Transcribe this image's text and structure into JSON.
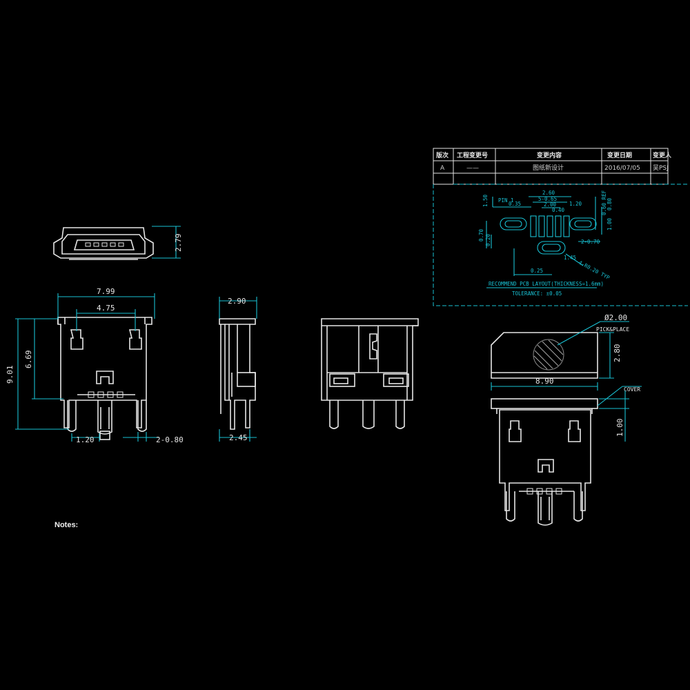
{
  "revision_table": {
    "headers": [
      "版次",
      "工程变更号",
      "变更内容",
      "变更日期",
      "变更人"
    ],
    "row": [
      "A",
      "——",
      "图纸新设计",
      "2016/07/05",
      "吴PSJ"
    ]
  },
  "front_view": {
    "dim_width_total": "7.99",
    "dim_width_inner": "4.75",
    "dim_height_total": "9.01",
    "dim_height_body": "6.69",
    "dim_pitch": "1.20",
    "dim_pin_width": "2-0.80"
  },
  "end_view": {
    "dim_height": "2.79"
  },
  "side_view": {
    "dim_top_width": "2.90",
    "dim_bottom_width": "2.45"
  },
  "pcb_layout": {
    "dims": [
      "2.60",
      "5-0.65",
      "2.00",
      "0.40",
      "1.20",
      "0.35",
      "1.50",
      "0.70",
      "0.20",
      "0.25",
      "2-0.70",
      "0.60 REF",
      "0.80",
      "1.00",
      "1.45",
      "PIN 1",
      "4-R0.20 TYP"
    ],
    "caption_line1": "RECOMMEND PCB LAYOUT(THICKNESS=1.6mm)",
    "caption_line2": "TOLERANCE: ±0.05"
  },
  "pick_place": {
    "dim_diameter": "Ø2.00",
    "label_pickplace": "PICK&PLACE",
    "dim_height": "2.80",
    "dim_width": "8.90",
    "label_cover": "COVER",
    "dim_cover": "1.00"
  },
  "notes_label": "Notes:"
}
